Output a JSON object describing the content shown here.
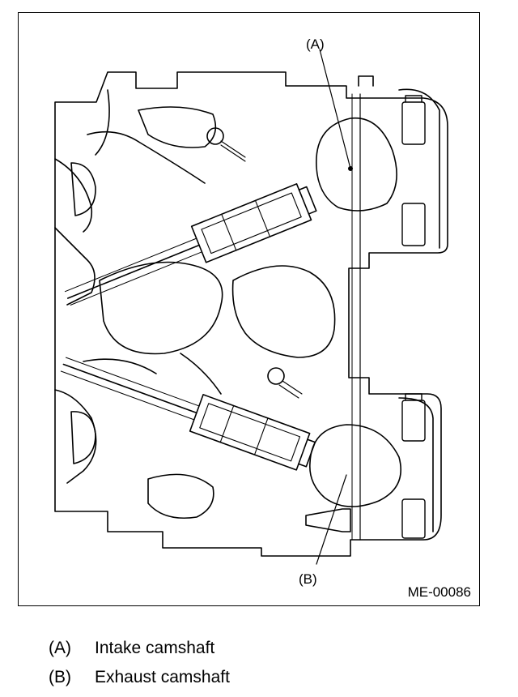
{
  "figure": {
    "id": "ME-00086",
    "callouts": {
      "a": "(A)",
      "b": "(B)"
    }
  },
  "legend": [
    {
      "key": "(A)",
      "label": "Intake camshaft"
    },
    {
      "key": "(B)",
      "label": "Exhaust camshaft"
    }
  ]
}
